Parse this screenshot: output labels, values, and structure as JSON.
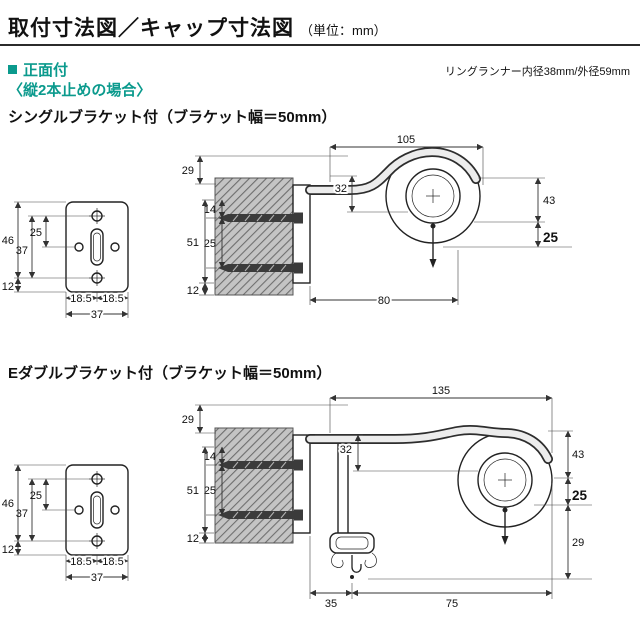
{
  "header": {
    "title": "取付寸法図／キャップ寸法図",
    "unit": "（単位：mm）"
  },
  "notes": {
    "mount_type": "正面付",
    "mount_case": "〈縦2本止めの場合〉",
    "runner_note": "リングランナー内径38mm/外径59mm"
  },
  "colors": {
    "accent_teal": "#0b9a8d",
    "line": "#222222",
    "wall_fill": "#c4c4c4"
  },
  "front_view": {
    "d46": "46",
    "d25": "25",
    "d37v": "37",
    "d12": "12",
    "d185a": "18.5",
    "d185b": "18.5",
    "d37w": "37"
  },
  "single": {
    "title": "シングルブラケット付（ブラケット幅＝50mm）",
    "dims": {
      "w105": "105",
      "h29": "29",
      "h32": "32",
      "h14": "14",
      "h51": "51",
      "h25": "25",
      "h43": "43",
      "h25b": "25",
      "h12": "12",
      "w80": "80"
    }
  },
  "double": {
    "title": "Eダブルブラケット付（ブラケット幅＝50mm）",
    "dims": {
      "w135": "135",
      "h29": "29",
      "h32": "32",
      "h14": "14",
      "h51": "51",
      "h25": "25",
      "h43": "43",
      "h25b": "25",
      "h29r": "29",
      "h12": "12",
      "w35": "35",
      "w75": "75"
    }
  }
}
